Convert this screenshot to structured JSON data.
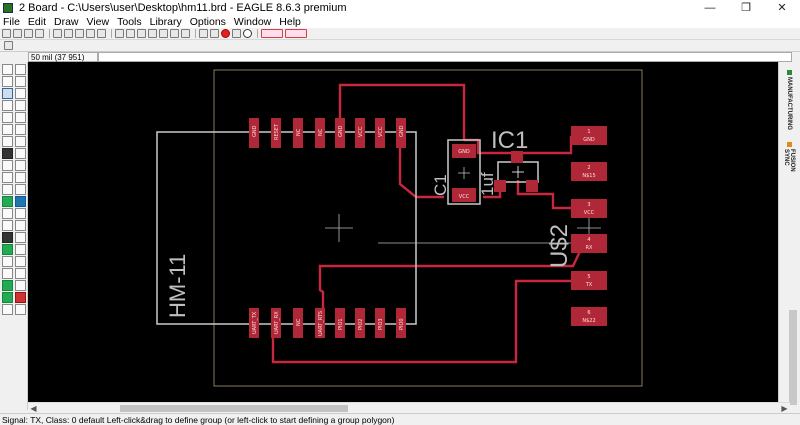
{
  "window": {
    "title": "2 Board - C:\\Users\\user\\Desktop\\hm11.brd - EAGLE 8.6.3 premium",
    "controls": [
      "—",
      "❐",
      "✕"
    ]
  },
  "menu": {
    "items": [
      "File",
      "Edit",
      "Draw",
      "View",
      "Tools",
      "Library",
      "Options",
      "Window",
      "Help"
    ]
  },
  "coordinate_display": "50 mil (37 951)",
  "right_panel": {
    "tabs": [
      "MANUFACTURING",
      "FUSION SYNC"
    ]
  },
  "status_bar": "Signal: TX, Class: 0 default Left-click&drag to define group (or left-click to start defining a group polygon)",
  "board": {
    "hm11_label": "HM-11",
    "ic1_label": "IC1",
    "c1_label": "C1",
    "c1_value": "1uf",
    "us2_label": "U$2",
    "c1_pads": [
      "GND",
      "VCC"
    ],
    "connector_pads": [
      {
        "num": "1",
        "name": "GND"
      },
      {
        "num": "2",
        "name": "N$15"
      },
      {
        "num": "3",
        "name": "VCC"
      },
      {
        "num": "4",
        "name": "RX"
      },
      {
        "num": "5",
        "name": "TX"
      },
      {
        "num": "6",
        "name": "N$22"
      }
    ],
    "hm11_top_pads": [
      "GND",
      "RESET",
      "NC",
      "NC",
      "GND",
      "VCC",
      "VCC",
      "GND"
    ],
    "hm11_bottom_pads": [
      "UART_TX",
      "UART_RX",
      "NC",
      "UART_RTS",
      "PIO1",
      "PIO2",
      "PIO3",
      "PIO0"
    ]
  },
  "colors": {
    "trace": "#c8283e",
    "pad": "#b02838",
    "silkscreen": "#bfbfbf",
    "background": "#000000"
  }
}
